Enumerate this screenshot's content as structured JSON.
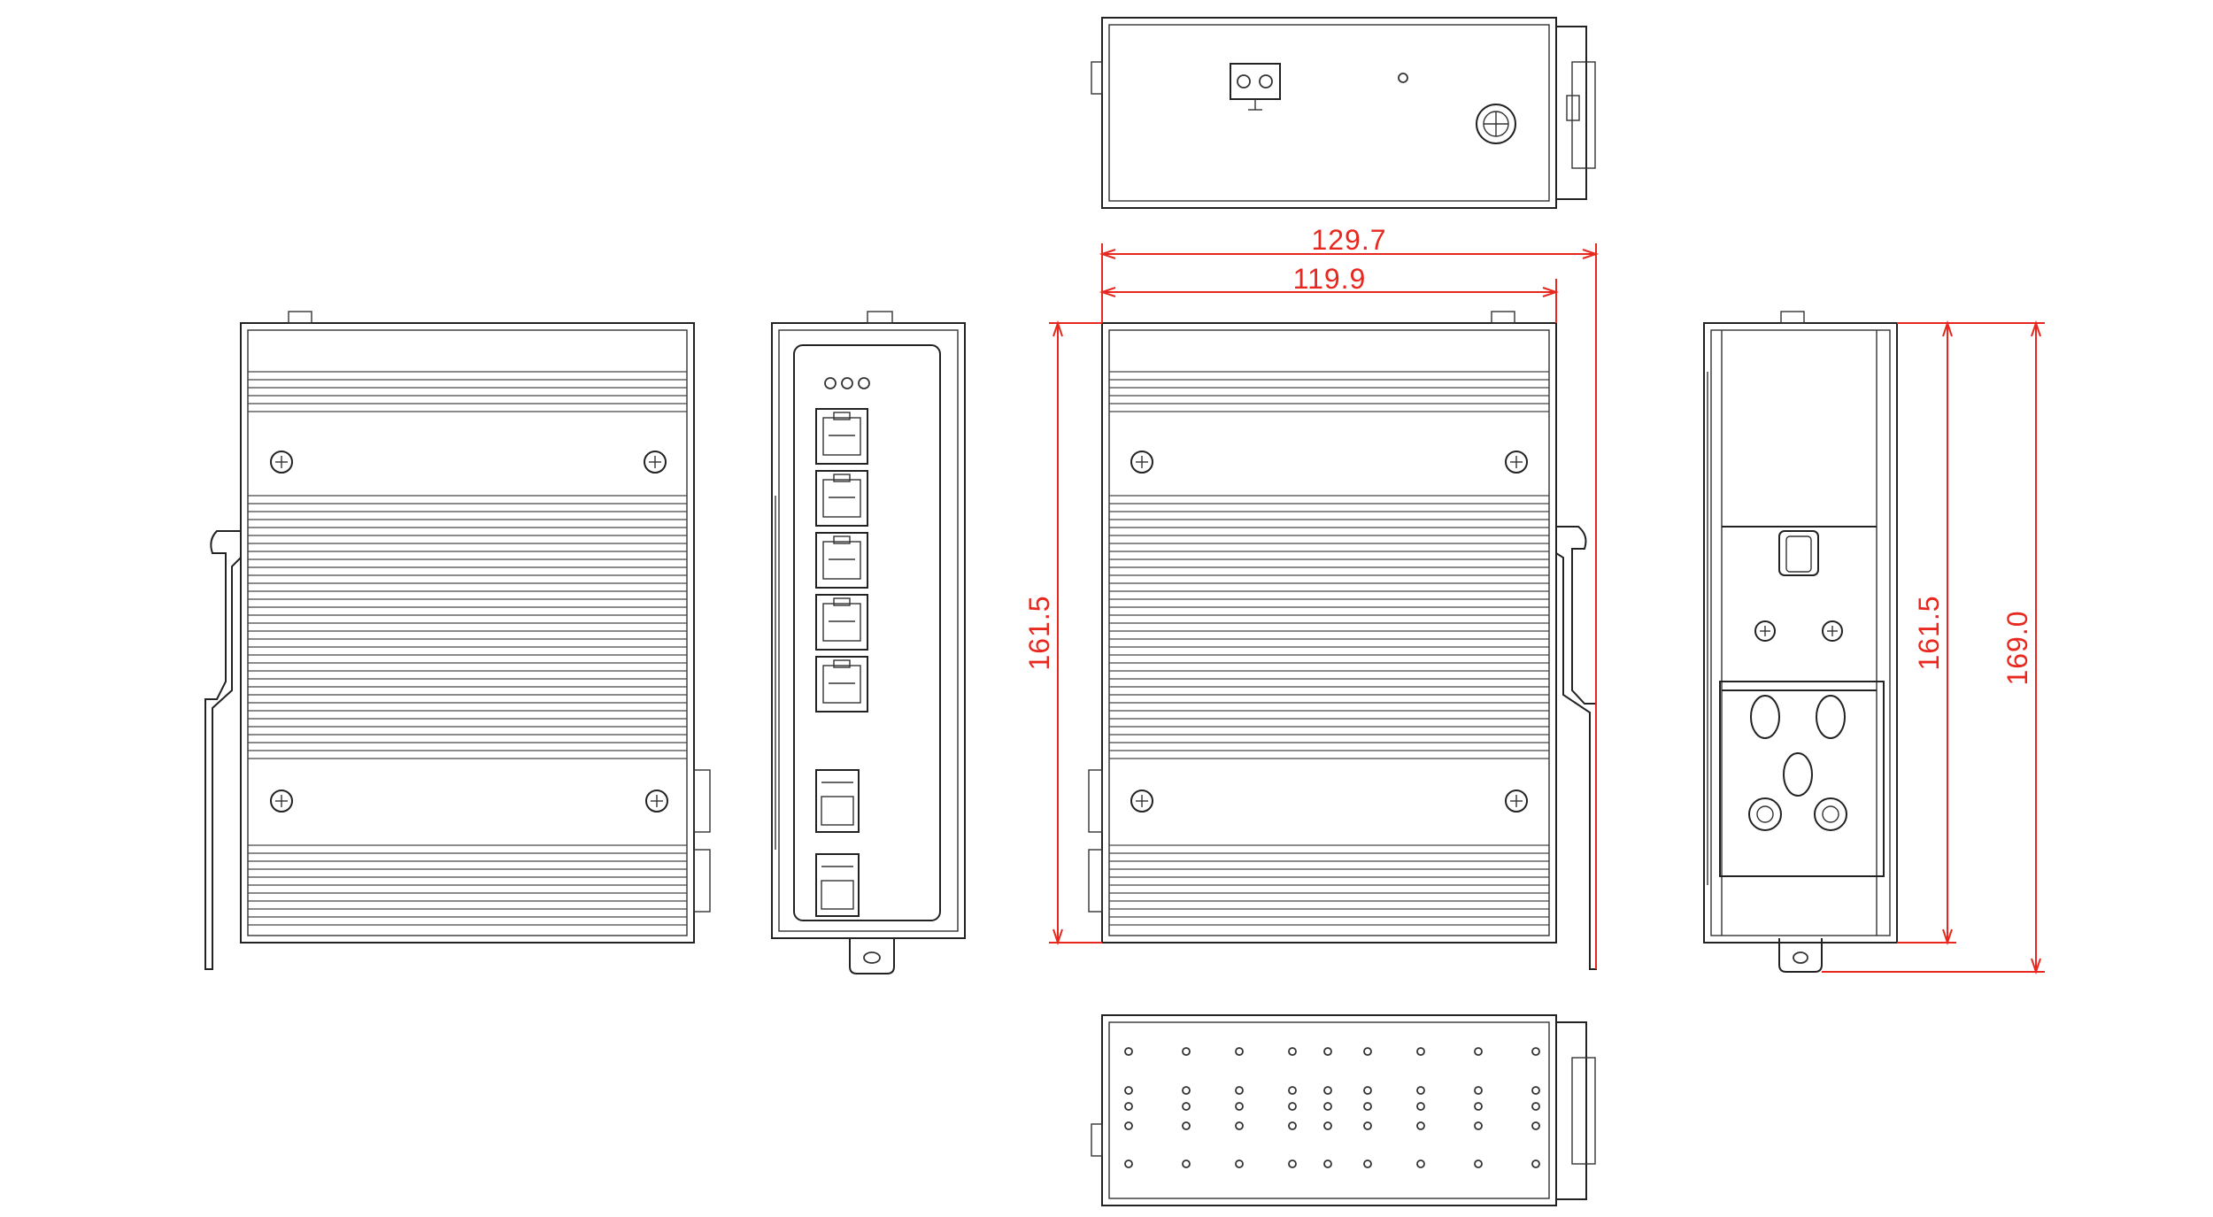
{
  "dimensions": {
    "total_width": "129.7",
    "body_width": "119.9",
    "height_front": "161.5",
    "height_side": "161.5",
    "height_total": "169.0"
  },
  "colors": {
    "line": "#222222",
    "dimension": "#e8281e",
    "background": "#ffffff"
  },
  "front_panel": {
    "led_count": 3,
    "rj45_port_count": 5,
    "sfp_port_count": 2
  }
}
